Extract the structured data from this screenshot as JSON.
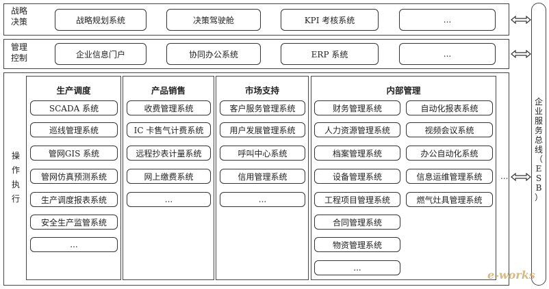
{
  "layers": {
    "strategy": {
      "label": [
        "战略",
        "决策"
      ],
      "items": [
        "战略规划系统",
        "决策驾驶舱",
        "KPI 考核系统",
        "..."
      ]
    },
    "management": {
      "label": [
        "管理",
        "控制"
      ],
      "items": [
        "企业信息门户",
        "协同办公系统",
        "ERP 系统",
        "..."
      ]
    },
    "operation": {
      "label": [
        "操",
        "作",
        "执",
        "行"
      ]
    }
  },
  "sections": {
    "production": {
      "title": "生产调度",
      "items": [
        "SCADA 系统",
        "巡线管理系统",
        "管网GIS 系统",
        "管网仿真预测系统",
        "生产调度报表系统",
        "安全生产监管系统",
        "..."
      ]
    },
    "sales": {
      "title": "产品销售",
      "items": [
        "收费管理系统",
        "IC 卡售气计费系统",
        "远程抄表计量系统",
        "网上缴费系统",
        "..."
      ]
    },
    "market": {
      "title": "市场支持",
      "items": [
        "客户服务管理系统",
        "用户发展管理系统",
        "呼叫中心系统",
        "信用管理系统",
        "..."
      ]
    },
    "internal": {
      "title": "内部管理",
      "left": [
        "财务管理系统",
        "人力资源管理系统",
        "档案管理系统",
        "设备管理系统",
        "工程项目管理系统",
        "合同管理系统",
        "物资管理系统",
        "..."
      ],
      "right": [
        "自动化报表系统",
        "视频会议系统",
        "办公自动化系统",
        "信息运维管理系统",
        "燃气灶具管理系统"
      ]
    }
  },
  "esb": {
    "label": [
      "企",
      "业",
      "服",
      "务",
      "总",
      "线",
      "（",
      "E",
      "S",
      "B",
      "）"
    ]
  },
  "extra_dots": "...",
  "watermark": "e-works"
}
